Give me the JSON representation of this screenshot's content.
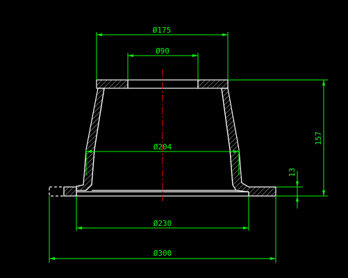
{
  "colors": {
    "background": "#000000",
    "outline": "#ffffff",
    "dimension": "#00ff00",
    "centerline": "#ff0000",
    "hatch": "#a0a0a0"
  },
  "dimensions": {
    "top_outer_diameter": "Ø175",
    "top_inner_diameter": "Ø90",
    "middle_diameter": "Ø204",
    "base_inner_diameter": "Ø230",
    "base_outer_diameter": "Ø300",
    "total_height": "157",
    "flange_thickness": "13"
  }
}
